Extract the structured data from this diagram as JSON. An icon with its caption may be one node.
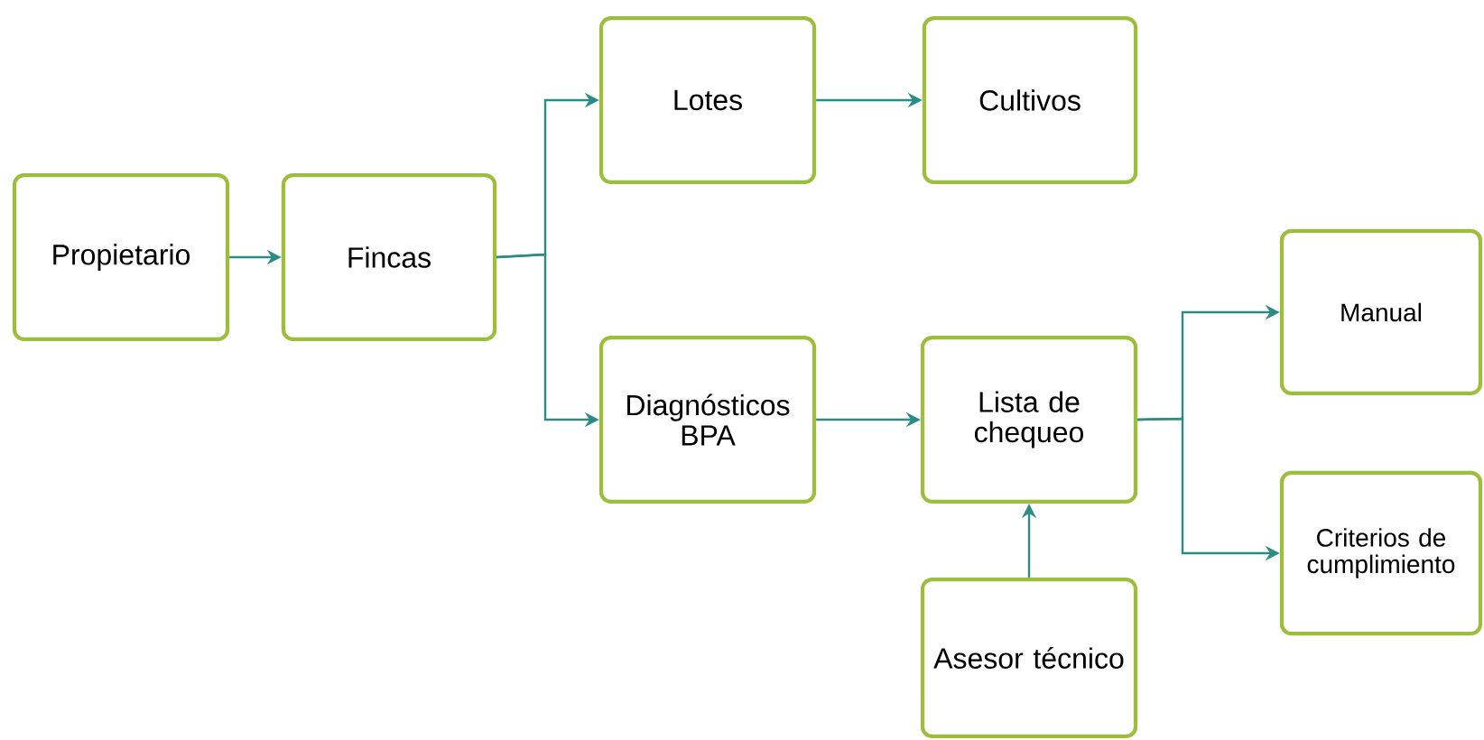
{
  "diagram": {
    "nodes": [
      {
        "text": [
          "Propietario"
        ]
      },
      {
        "text": [
          "Fincas"
        ]
      },
      {
        "text": [
          "Lotes"
        ]
      },
      {
        "text": [
          "Cultivos"
        ]
      },
      {
        "text": [
          "Diagnósticos BPA"
        ]
      },
      {
        "text": [
          "Lista de chequeo"
        ]
      },
      {
        "text": [
          "Manual"
        ]
      },
      {
        "text": [
          "Criterios de cumplimiento"
        ]
      },
      {
        "text": [
          "Asesor técnico"
        ]
      }
    ],
    "edges": [
      {
        "from": 0,
        "to": 1,
        "arrow": "to"
      },
      {
        "from": 1,
        "to": 2,
        "arrow": "to"
      },
      {
        "from": 1,
        "to": 4,
        "arrow": "to"
      },
      {
        "from": 2,
        "to": 3,
        "arrow": "to"
      },
      {
        "from": 4,
        "to": 5,
        "arrow": "to"
      },
      {
        "from": 5,
        "to": 6,
        "arrow": "to"
      },
      {
        "from": 5,
        "to": 7,
        "arrow": "to"
      },
      {
        "from": 8,
        "to": 5,
        "arrow": "to"
      }
    ]
  }
}
